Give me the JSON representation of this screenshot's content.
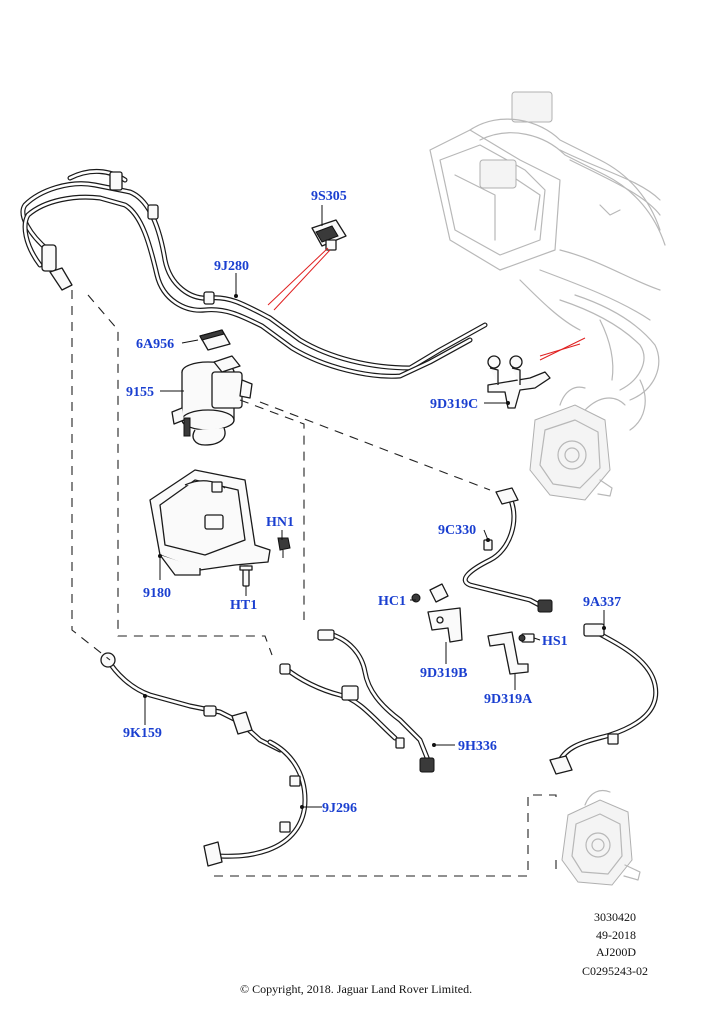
{
  "callouts": {
    "c9S305": "9S305",
    "c9J280": "9J280",
    "c6A956": "6A956",
    "c9155": "9155",
    "c9D319C": "9D319C",
    "cHN1": "HN1",
    "c9180": "9180",
    "cHT1": "HT1",
    "c9C330": "9C330",
    "cHC1": "HC1",
    "c9A337": "9A337",
    "cHS1": "HS1",
    "c9D319B": "9D319B",
    "c9D319A": "9D319A",
    "c9K159": "9K159",
    "c9H336": "9H336",
    "c9J296": "9J296"
  },
  "meta": {
    "line1": "3030420",
    "line2": "49-2018",
    "line3": "AJ200D",
    "line4": "C0295243-02"
  },
  "copyright": "© Copyright, 2018. Jaguar Land Rover Limited.",
  "colors": {
    "callout": "#1a3fd0",
    "red_leader": "#e02020",
    "line": "#1a1a1a",
    "ghost": "#b8b8b8"
  }
}
